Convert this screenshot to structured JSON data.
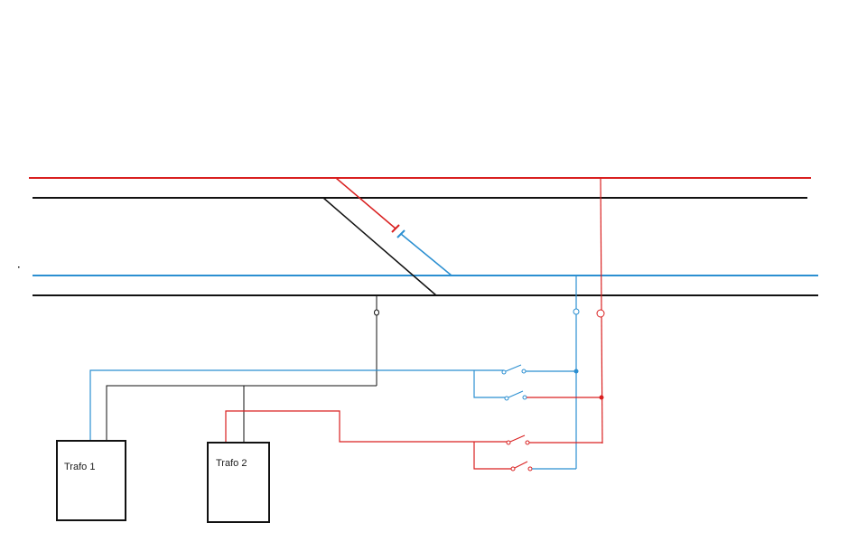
{
  "colors": {
    "red": "#d92020",
    "blue": "#2b8fd1",
    "black": "#111111",
    "background": "#ffffff"
  },
  "transformers": [
    {
      "id": "trafo-1",
      "label": "Trafo 1"
    },
    {
      "id": "trafo-2",
      "label": "Trafo 2"
    }
  ]
}
